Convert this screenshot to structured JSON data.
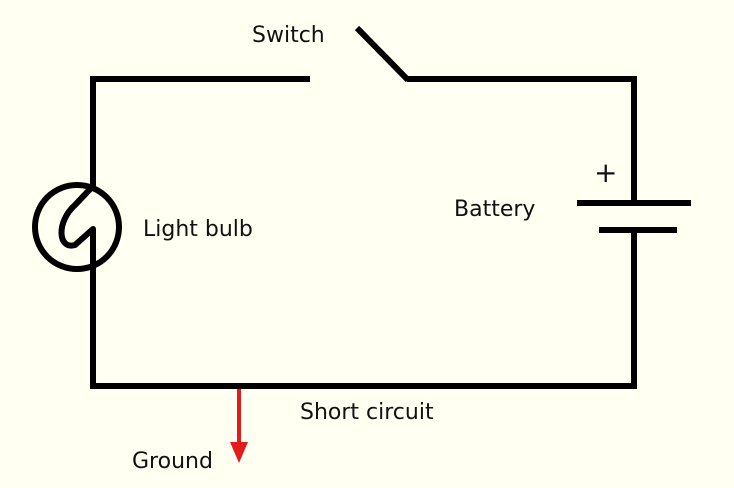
{
  "labels": {
    "switch": "Switch",
    "battery": "Battery",
    "battery_plus": "+",
    "light_bulb": "Light bulb",
    "short_circuit": "Short circuit",
    "ground": "Ground"
  },
  "colors": {
    "background": "#fffff2",
    "wire": "#000000",
    "ground_arrow": "#e31b1b"
  }
}
